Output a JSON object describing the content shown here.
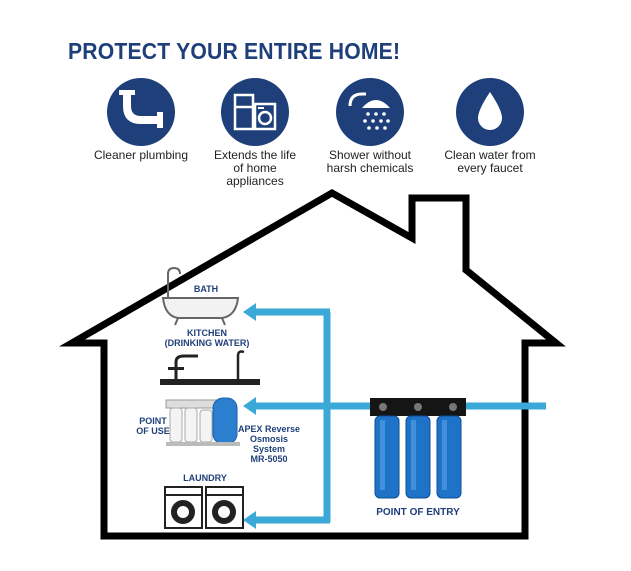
{
  "headline": "PROTECT YOUR ENTIRE HOME!",
  "colors": {
    "brand": "#1f3f7a",
    "pipe": "#3aa9d8",
    "filter": "#1e73c9"
  },
  "benefits": [
    {
      "icon": "pipe-icon",
      "label": "Cleaner plumbing"
    },
    {
      "icon": "appliances-icon",
      "label": "Extends the life\nof home\nappliances"
    },
    {
      "icon": "shower-icon",
      "label": "Shower without\nharsh chemicals"
    },
    {
      "icon": "water-drop-icon",
      "label": "Clean water from\nevery faucet"
    }
  ],
  "rooms": {
    "bath": "BATH",
    "kitchen": "KITCHEN\n(DRINKING WATER)",
    "point_of_use": "POINT\nOF USE",
    "ro_system": "APEX Reverse\nOsmosis System\nMR-5050",
    "laundry": "LAUNDRY",
    "point_of_entry": "POINT OF ENTRY"
  }
}
